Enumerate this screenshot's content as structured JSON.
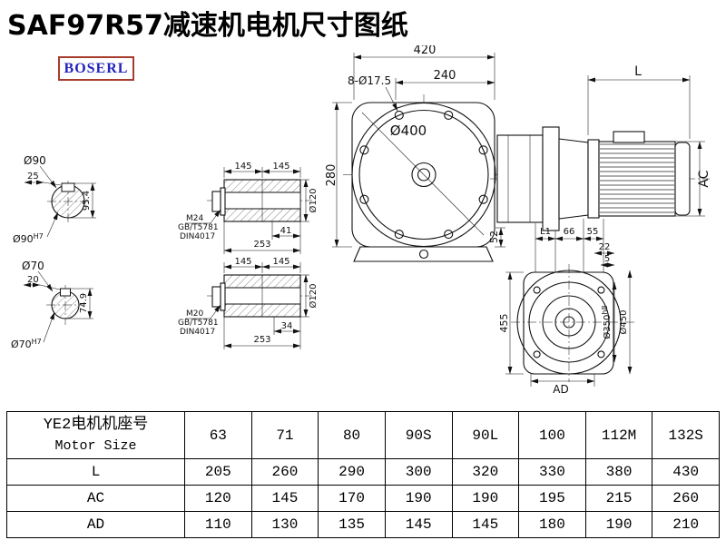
{
  "title": "SAF97R57减速机电机尺寸图纸",
  "logo": "BOSERL",
  "d": {
    "v420": "420",
    "holes": "8-Ø17.5",
    "v240": "240",
    "L": "L",
    "d400": "Ø400",
    "v280": "280",
    "v52": "52",
    "AC": "AC",
    "s90": {
      "d": "Ø90",
      "w": "25",
      "h": "95.4",
      "fd": "Ø90",
      "ft": "H7"
    },
    "s70": {
      "d": "Ø70",
      "w": "20",
      "h": "74.9",
      "fd": "Ø70",
      "ft": "H7"
    },
    "h1": {
      "l1": "145",
      "l2": "145",
      "d": "Ø120",
      "m": "M24",
      "std": "GB/T5781",
      "din": "DIN4017",
      "t": "41",
      "total": "253"
    },
    "h2": {
      "l1": "145",
      "l2": "145",
      "d": "Ø120",
      "m": "M20",
      "std": "GB/T5781",
      "din": "DIN4017",
      "t": "34",
      "total": "253"
    },
    "f": {
      "L1": "L1",
      "v66": "66",
      "v55": "55",
      "v22": "22",
      "v5": "5",
      "v455": "455",
      "d350": "Ø350",
      "d350t": "h8",
      "d450": "Ø450",
      "AD": "AD"
    }
  },
  "table": {
    "header": {
      "cn": "YE2电机机座号",
      "en": "Motor Size",
      "sizes": [
        "63",
        "71",
        "80",
        "90S",
        "90L",
        "100",
        "112M",
        "132S"
      ]
    },
    "rows": [
      {
        "label": "L",
        "values": [
          "205",
          "260",
          "290",
          "300",
          "320",
          "330",
          "380",
          "430"
        ]
      },
      {
        "label": "AC",
        "values": [
          "120",
          "145",
          "170",
          "190",
          "190",
          "195",
          "215",
          "260"
        ]
      },
      {
        "label": "AD",
        "values": [
          "110",
          "130",
          "135",
          "145",
          "145",
          "180",
          "190",
          "210"
        ]
      }
    ]
  }
}
